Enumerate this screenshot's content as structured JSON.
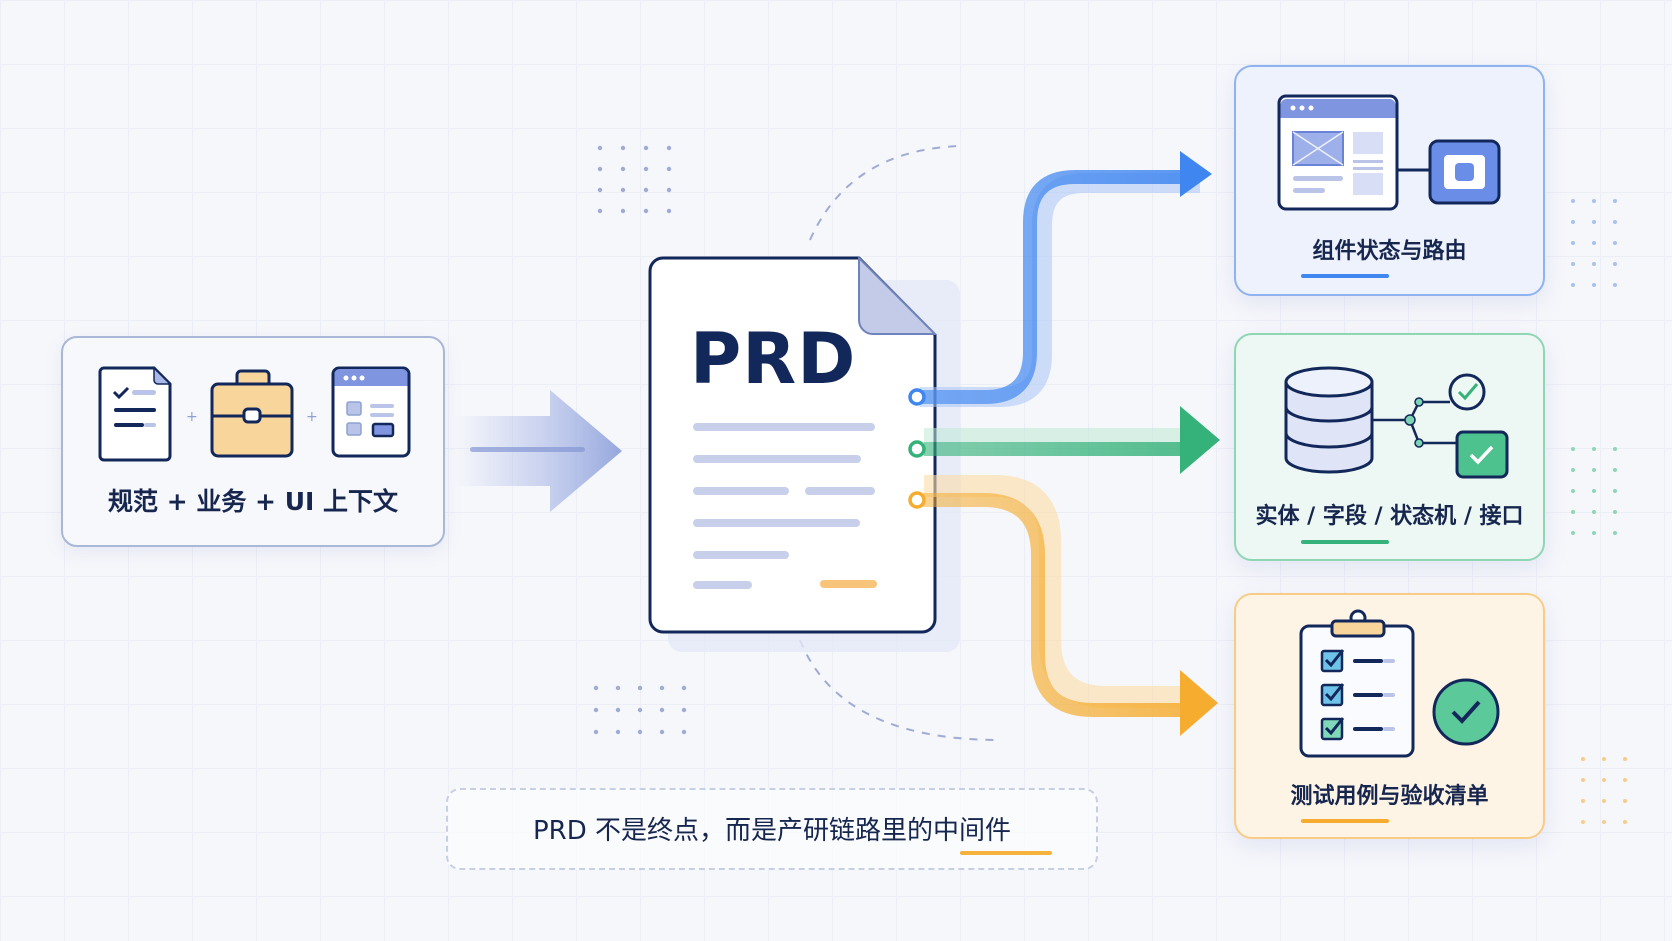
{
  "input": {
    "label": "规范 + 业务 + UI 上下文",
    "icons": [
      "spec-document-icon",
      "briefcase-icon",
      "browser-window-icon"
    ],
    "plus_separator": "+"
  },
  "center": {
    "title": "PRD",
    "icon": "document-icon"
  },
  "outputs": [
    {
      "label": "组件状态与路由",
      "icon": "ui-component-icon",
      "color": "#3f86f0"
    },
    {
      "label": "实体 / 字段 / 状态机 / 接口",
      "icon": "database-icon",
      "color": "#35b27a"
    },
    {
      "label": "测试用例与验收清单",
      "icon": "checklist-icon",
      "color": "#f5ac2f"
    }
  ],
  "caption": {
    "text": "PRD 不是终点，而是产研链路里的中间件",
    "highlight": "中间件"
  },
  "colors": {
    "navy": "#13285a",
    "blue": "#3f86f0",
    "green": "#35b27a",
    "orange": "#f5ac2f",
    "lavender": "#a9b8e6"
  }
}
